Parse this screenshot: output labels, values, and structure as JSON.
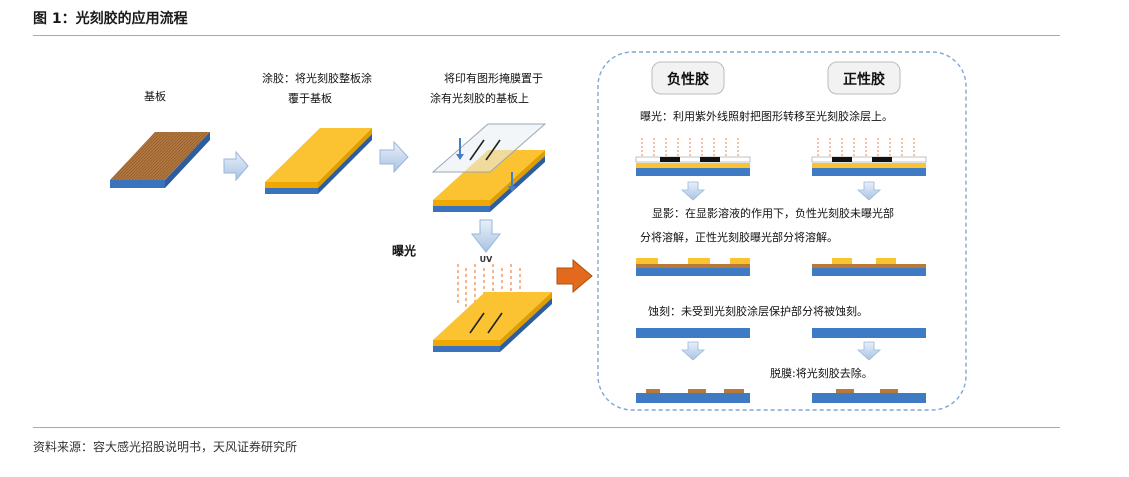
{
  "figure": {
    "title": "图 1：光刻胶的应用流程",
    "source": "资料来源：容大感光招股说明书，天风证券研究所"
  },
  "left": {
    "substrate": "基板",
    "coat_line1": "涂胶：将光刻胶整板涂",
    "coat_line2": "覆于基板",
    "mask_line1": "将印有图形掩膜置于",
    "mask_line2": "涂有光刻胶的基板上",
    "expose": "曝光",
    "uv": "UV"
  },
  "right": {
    "negative_header": "负性胶",
    "positive_header": "正性胶",
    "step_exposure": "曝光：利用紫外线照射把图形转移至光刻胶涂层上。",
    "step_develop_line1": "显影：在显影溶液的作用下，负性光刻胶未曝光部",
    "step_develop_line2": "分将溶解，正性光刻胶曝光部分将溶解。",
    "step_etch": "蚀刻：未受到光刻胶涂层保护部分将被蚀刻。",
    "step_strip": "脱膜:将光刻胶去除。"
  },
  "colors": {
    "rule": "#d9a441",
    "photoresist": "#fbc332",
    "substrate_top": "#b77a3a",
    "substrate_blue": "#3f7bc4",
    "arrow_blue": "#bfd3ea",
    "arrow_orange": "#e36a1d",
    "panel_border": "#7fa6d6"
  }
}
